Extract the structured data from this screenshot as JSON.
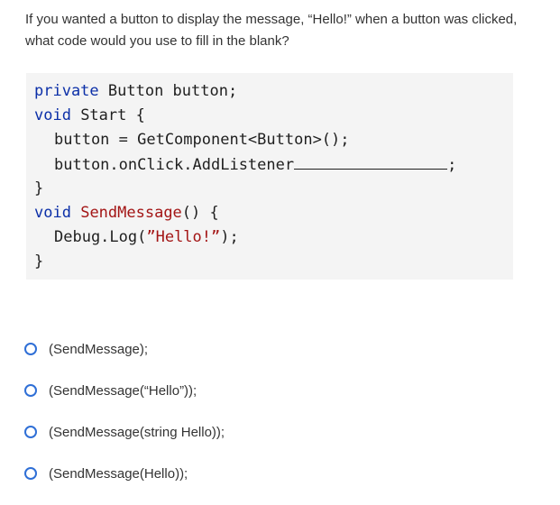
{
  "question": {
    "text": "If you wanted a button to display the message, “Hello!” when a button was clicked, what code would you use to fill in the blank?"
  },
  "code": {
    "l1_kw": "private",
    "l1_rest": " Button button;",
    "l2_kw": "void",
    "l2_rest": " Start {",
    "l3": "button = GetComponent<Button>();",
    "l4_pre": "button.onClick.AddListener",
    "l4_post": ";",
    "l5": "}",
    "l6_kw": "void",
    "l6_fn": "SendMessage",
    "l6_rest": "() {",
    "l7_pre": "Debug.Log(",
    "l7_str": "”Hello!”",
    "l7_post": ");",
    "l8": "}"
  },
  "options": [
    {
      "label": "(SendMessage);"
    },
    {
      "label": "(SendMessage(“Hello”));"
    },
    {
      "label": "(SendMessage(string Hello));"
    },
    {
      "label": "(SendMessage(Hello));"
    }
  ],
  "colors": {
    "keyword": "#0b2fa8",
    "method": "#a31515",
    "radio": "#2f6fd6",
    "code_bg": "#f4f4f4"
  }
}
